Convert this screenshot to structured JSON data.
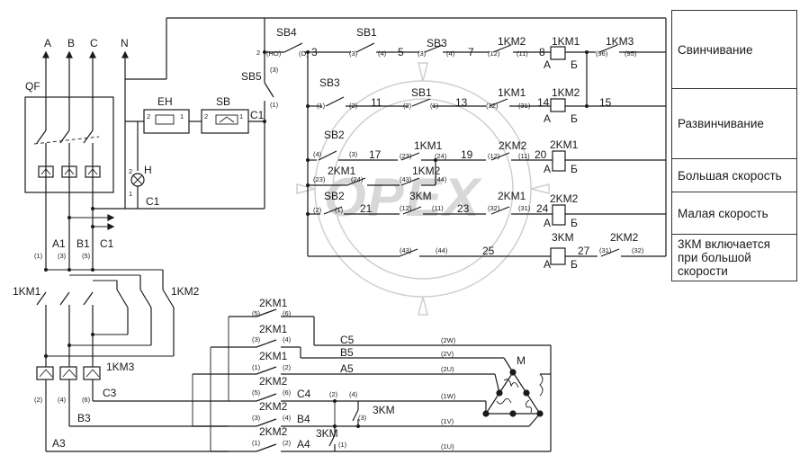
{
  "legend": {
    "rows": [
      "Свинчивание",
      "Развинчивание",
      "Большая скорость",
      "Малая скорость",
      "3КМ включается при большой скорости"
    ]
  },
  "watermark": "OPEX",
  "power": {
    "phases": [
      "A",
      "B",
      "C"
    ],
    "neutral": "N",
    "breaker": "QF",
    "heater": "EH",
    "heater_pins": [
      "2",
      "1"
    ],
    "sb": "SB",
    "sb_pins": [
      "2",
      "1"
    ],
    "lamp": "H",
    "lamp_pins": [
      "2",
      "1"
    ],
    "c1_top": "C1",
    "c1_bottom": "C1",
    "phase_labels": [
      "A1",
      "B1",
      "C1"
    ],
    "phase_pins": [
      "(1)",
      "(3)",
      "(5)"
    ],
    "km1": "1KM1",
    "km2": "1KM2",
    "km3": "1KM3",
    "out_pins": [
      "(2)",
      "(4)",
      "(6)"
    ],
    "c3": "C3",
    "b3": "B3",
    "a3": "A3"
  },
  "control": {
    "sb4": "SB4",
    "sb4_nodes": [
      "2",
      "(НО)",
      "(О)",
      "3"
    ],
    "sb5": "SB5",
    "sb5_pins": [
      "(3)",
      "(1)"
    ],
    "sb1": "SB1",
    "sb3": "SB3",
    "sb2": "SB2",
    "row1": {
      "nodes": [
        "5",
        "7",
        "8"
      ],
      "pins": [
        "(3)",
        "(4)",
        "(3)",
        "(4)",
        "(12)",
        "(11)",
        "(96)",
        "(95)"
      ],
      "contacts": [
        "1KM2",
        "1KM3"
      ],
      "coil": "1KM1",
      "coil_ab": [
        "А",
        "Б"
      ]
    },
    "row2": {
      "nodes": [
        "11",
        "13",
        "14",
        "15"
      ],
      "pins": [
        "(1)",
        "(2)",
        "(2)",
        "(1)",
        "(32)",
        "(31)"
      ],
      "contacts": [
        "1KM1"
      ],
      "coil": "1KM2",
      "coil_ab": [
        "А",
        "Б"
      ]
    },
    "row3": {
      "nodes": [
        "17",
        "19",
        "20"
      ],
      "pins": [
        "(4)",
        "(3)",
        "(23)",
        "(24)",
        "(12)",
        "(11)"
      ],
      "contacts": [
        "1KM1",
        "2KM2"
      ],
      "coil": "2KM1",
      "coil_ab": [
        "А",
        "Б"
      ]
    },
    "row3b": {
      "pins": [
        "(23)",
        "(24)",
        "(43)",
        "(44)"
      ],
      "contacts": [
        "2KM1",
        "1KM2"
      ]
    },
    "row4": {
      "nodes": [
        "21",
        "23",
        "24"
      ],
      "pins": [
        "(2)",
        "(1)",
        "(12)",
        "(11)",
        "(32)",
        "(31)"
      ],
      "contacts": [
        "SB2",
        "3KM",
        "2KM1"
      ],
      "coil": "2KM2",
      "coil_ab": [
        "А",
        "Б"
      ]
    },
    "row5": {
      "nodes": [
        "25",
        "27"
      ],
      "pins": [
        "(43)",
        "(44)",
        "(31)",
        "(32)"
      ],
      "contacts": [
        "2KM2"
      ],
      "coil": "3KM",
      "coil_ab": [
        "А",
        "Б"
      ]
    }
  },
  "motor": {
    "label": "M",
    "terminals": [
      "(2W)",
      "(2V)",
      "(2U)",
      "(1W)",
      "(1V)",
      "(1U)"
    ],
    "lines": [
      "C5",
      "B5",
      "A5",
      "C4",
      "B4",
      "A4"
    ],
    "contacts": [
      "2KM1",
      "2KM1",
      "2KM1",
      "2KM2",
      "2KM2",
      "2KM2"
    ],
    "pins_left": [
      "(5)",
      "(3)",
      "(1)",
      "(5)",
      "(3)",
      "(1)"
    ],
    "pins_right": [
      "(6)",
      "(4)",
      "(2)",
      "(6)",
      "(4)",
      "(2)"
    ],
    "km3": "3KM",
    "km3_pins": [
      "(2)",
      "(4)",
      "(3)",
      "(1)"
    ]
  }
}
